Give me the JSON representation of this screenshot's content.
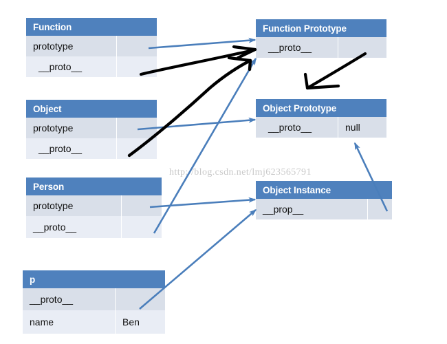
{
  "diagram": {
    "title": "JavaScript prototype chain diagram",
    "watermark": "http://blog.csdn.net/lmj623565791",
    "colors": {
      "header_blue": "#4f81bd",
      "row_dark": "#d9dfe9",
      "row_light": "#e9edf5",
      "arrow_blue": "#4a7ebb",
      "arrow_black": "#000000",
      "watermark_grey": "#c9c9c9",
      "background": "#ffffff"
    },
    "boxes": [
      {
        "id": "function",
        "header": "Function",
        "rows": [
          {
            "key": "prototype",
            "value": ""
          },
          {
            "key": "__proto__",
            "value": ""
          }
        ]
      },
      {
        "id": "object",
        "header": "Object",
        "rows": [
          {
            "key": "prototype",
            "value": ""
          },
          {
            "key": "__proto__",
            "value": ""
          }
        ]
      },
      {
        "id": "person",
        "header": "Person",
        "rows": [
          {
            "key": "prototype",
            "value": ""
          },
          {
            "key": "__proto__",
            "value": ""
          }
        ]
      },
      {
        "id": "p",
        "header": "p",
        "rows": [
          {
            "key": "__proto__",
            "value": ""
          },
          {
            "key": "name",
            "value": "Ben"
          }
        ]
      },
      {
        "id": "function-prototype",
        "header": "Function Prototype",
        "rows": [
          {
            "key": "__proto__",
            "value": ""
          }
        ]
      },
      {
        "id": "object-prototype",
        "header": "Object Prototype",
        "rows": [
          {
            "key": "__proto__",
            "value": "null"
          }
        ]
      },
      {
        "id": "object-instance",
        "header": "Object Instance",
        "rows": [
          {
            "key": "__prop__",
            "value": ""
          }
        ]
      }
    ],
    "arrows": [
      {
        "id": "function-prototype-to-function-prototype-box",
        "style": "blue",
        "from": "Function.prototype",
        "to": "Function Prototype"
      },
      {
        "id": "function-proto-to-function-prototype-box",
        "style": "black",
        "from": "Function.__proto__",
        "to": "Function Prototype"
      },
      {
        "id": "object-prototype-to-object-prototype-box",
        "style": "blue",
        "from": "Object.prototype",
        "to": "Object Prototype"
      },
      {
        "id": "object-proto-to-function-prototype-box",
        "style": "black",
        "from": "Object.__proto__",
        "to": "Function Prototype"
      },
      {
        "id": "person-prototype-to-object-instance",
        "style": "blue",
        "from": "Person.prototype",
        "to": "Object Instance"
      },
      {
        "id": "person-proto-to-function-prototype-box",
        "style": "blue",
        "from": "Person.__proto__",
        "to": "Function Prototype"
      },
      {
        "id": "p-proto-to-object-instance",
        "style": "blue",
        "from": "p.__proto__",
        "to": "Object Instance.__prop__"
      },
      {
        "id": "object-instance-to-object-prototype",
        "style": "blue",
        "from": "Object Instance",
        "to": "Object Prototype.__proto__"
      },
      {
        "id": "function-prototype-proto-to-object-prototype",
        "style": "black",
        "from": "Function Prototype.__proto__",
        "to": "Object Prototype"
      }
    ]
  }
}
